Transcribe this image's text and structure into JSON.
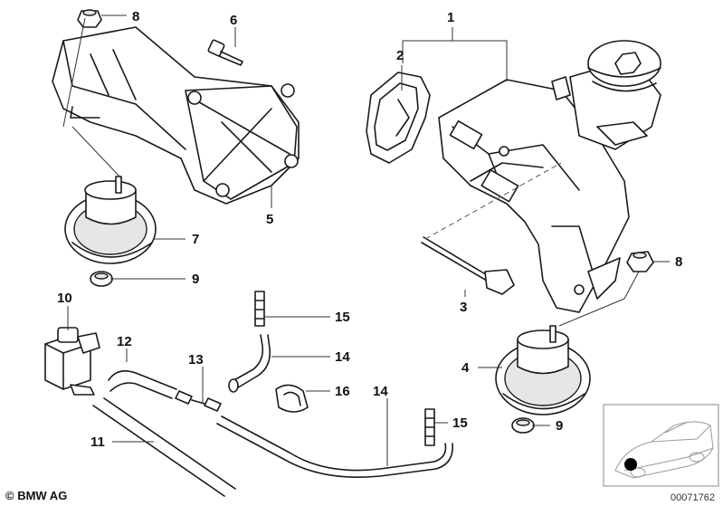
{
  "callouts": {
    "c1": "1",
    "c2": "2",
    "c3": "3",
    "c4": "4",
    "c5": "5",
    "c6": "6",
    "c7": "7",
    "c8a": "8",
    "c8b": "8",
    "c9a": "9",
    "c9b": "9",
    "c10": "10",
    "c11": "11",
    "c12": "12",
    "c13": "13",
    "c14a": "14",
    "c14b": "14",
    "c15a": "15",
    "c15b": "15",
    "c16": "16"
  },
  "footer": {
    "copyright": "© BMW AG",
    "document_number": "00071762"
  },
  "colors": {
    "line": "#1a1a1a",
    "shade": "#e6e6e6",
    "locator_dot": "#000000"
  }
}
